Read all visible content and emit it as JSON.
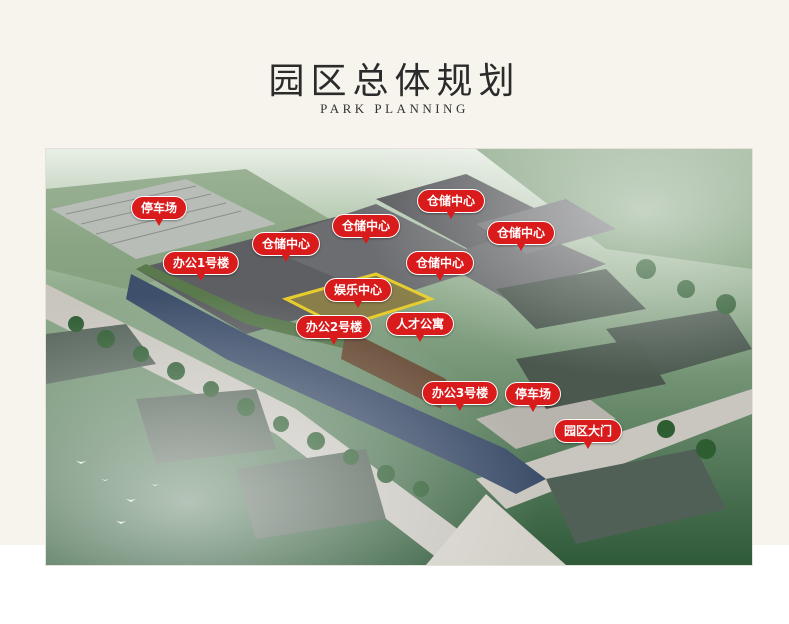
{
  "header": {
    "title": "园区总体规划",
    "subtitle": "PARK PLANNING"
  },
  "map": {
    "labels": {
      "parking_top": "停车场",
      "warehouse_1": "仓储中心",
      "warehouse_2": "仓储中心",
      "warehouse_3": "仓储中心",
      "warehouse_4": "仓储中心",
      "warehouse_5": "仓储中心",
      "office_1": "办公1号楼",
      "office_2": "办公2号楼",
      "office_3": "办公3号楼",
      "entertainment": "娱乐中心",
      "apartment": "人才公寓",
      "parking_bottom": "停车场",
      "gate": "园区大门"
    },
    "colors": {
      "label_red": "#d91b1b",
      "greenery": "#4f7a45",
      "roof": "#6a6a6a"
    }
  }
}
